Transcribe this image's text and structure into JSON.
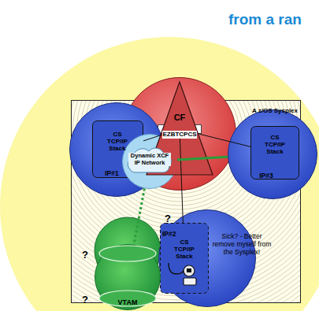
{
  "diagram": {
    "title": "from a ran",
    "nodes": [
      {
        "text": [
          "A z/OS Sysplex"
        ]
      },
      {
        "text": [
          "CF"
        ],
        "in": 0
      },
      {
        "text": [
          "EZBTCPCS"
        ],
        "in": 1
      },
      {
        "text": [
          "IP#1"
        ],
        "in": 0
      },
      {
        "text": [
          "CS TCP/IP Stack"
        ],
        "in": 3
      },
      {
        "text": [
          "Dynamic XCF IP Network"
        ],
        "in": 0
      },
      {
        "text": [
          "IP#3"
        ],
        "in": 0
      },
      {
        "text": [
          "CS TCP/IP Stack"
        ],
        "in": 6
      },
      {
        "text": [
          "Sick? - Better remove myself from the Sysplex!"
        ],
        "in": 0
      },
      {
        "text": [
          "IP#2",
          "CS TCP/IP Stack"
        ],
        "in": 8
      },
      {
        "text": [
          "VTAM"
        ],
        "in": 0
      }
    ],
    "edges": [
      {
        "from": 2,
        "to": 4,
        "arrow": "none"
      },
      {
        "from": 2,
        "to": 7,
        "arrow": "none"
      },
      {
        "from": 2,
        "to": 9,
        "arrow": "none"
      },
      {
        "from": 5,
        "to": 6,
        "arrow": "none"
      },
      {
        "from": 5,
        "to": 10,
        "arrow": "none"
      }
    ],
    "labels": [
      "?",
      "?",
      "?"
    ]
  }
}
